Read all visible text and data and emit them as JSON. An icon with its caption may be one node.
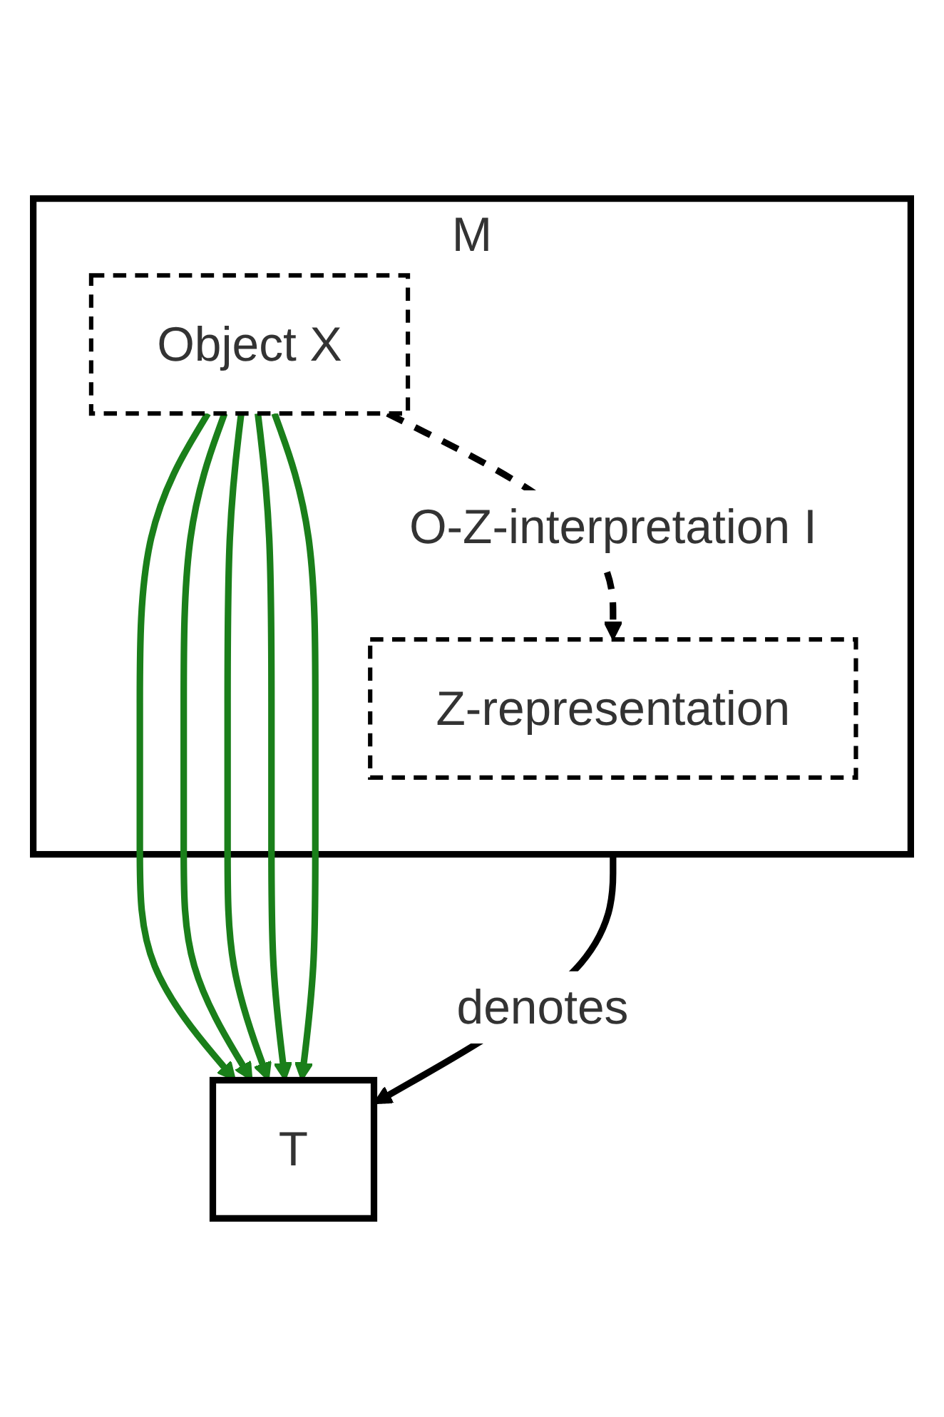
{
  "diagram": {
    "nodes": [
      {
        "text": [
          "M"
        ]
      },
      {
        "text": [
          "Z-representation"
        ],
        "in": 0
      },
      {
        "text": [
          "Object X"
        ],
        "in": 0
      },
      {
        "text": [
          "T"
        ]
      }
    ],
    "edges": [
      {
        "from": 2,
        "to": 1,
        "arrow": "to",
        "style": "dashed",
        "label": "O-Z-interpretation I",
        "color": "#000000"
      },
      {
        "from": 2,
        "to": 3,
        "arrow": "to"
      },
      {
        "from": 2,
        "to": 3,
        "arrow": "to"
      },
      {
        "from": 2,
        "to": 3,
        "arrow": "to"
      },
      {
        "from": 2,
        "to": 3,
        "arrow": "to"
      },
      {
        "from": 2,
        "to": 3,
        "arrow": "to"
      },
      {
        "from": 0,
        "to": 3,
        "arrow": "to",
        "label": "denotes",
        "color": "#000000"
      }
    ]
  }
}
